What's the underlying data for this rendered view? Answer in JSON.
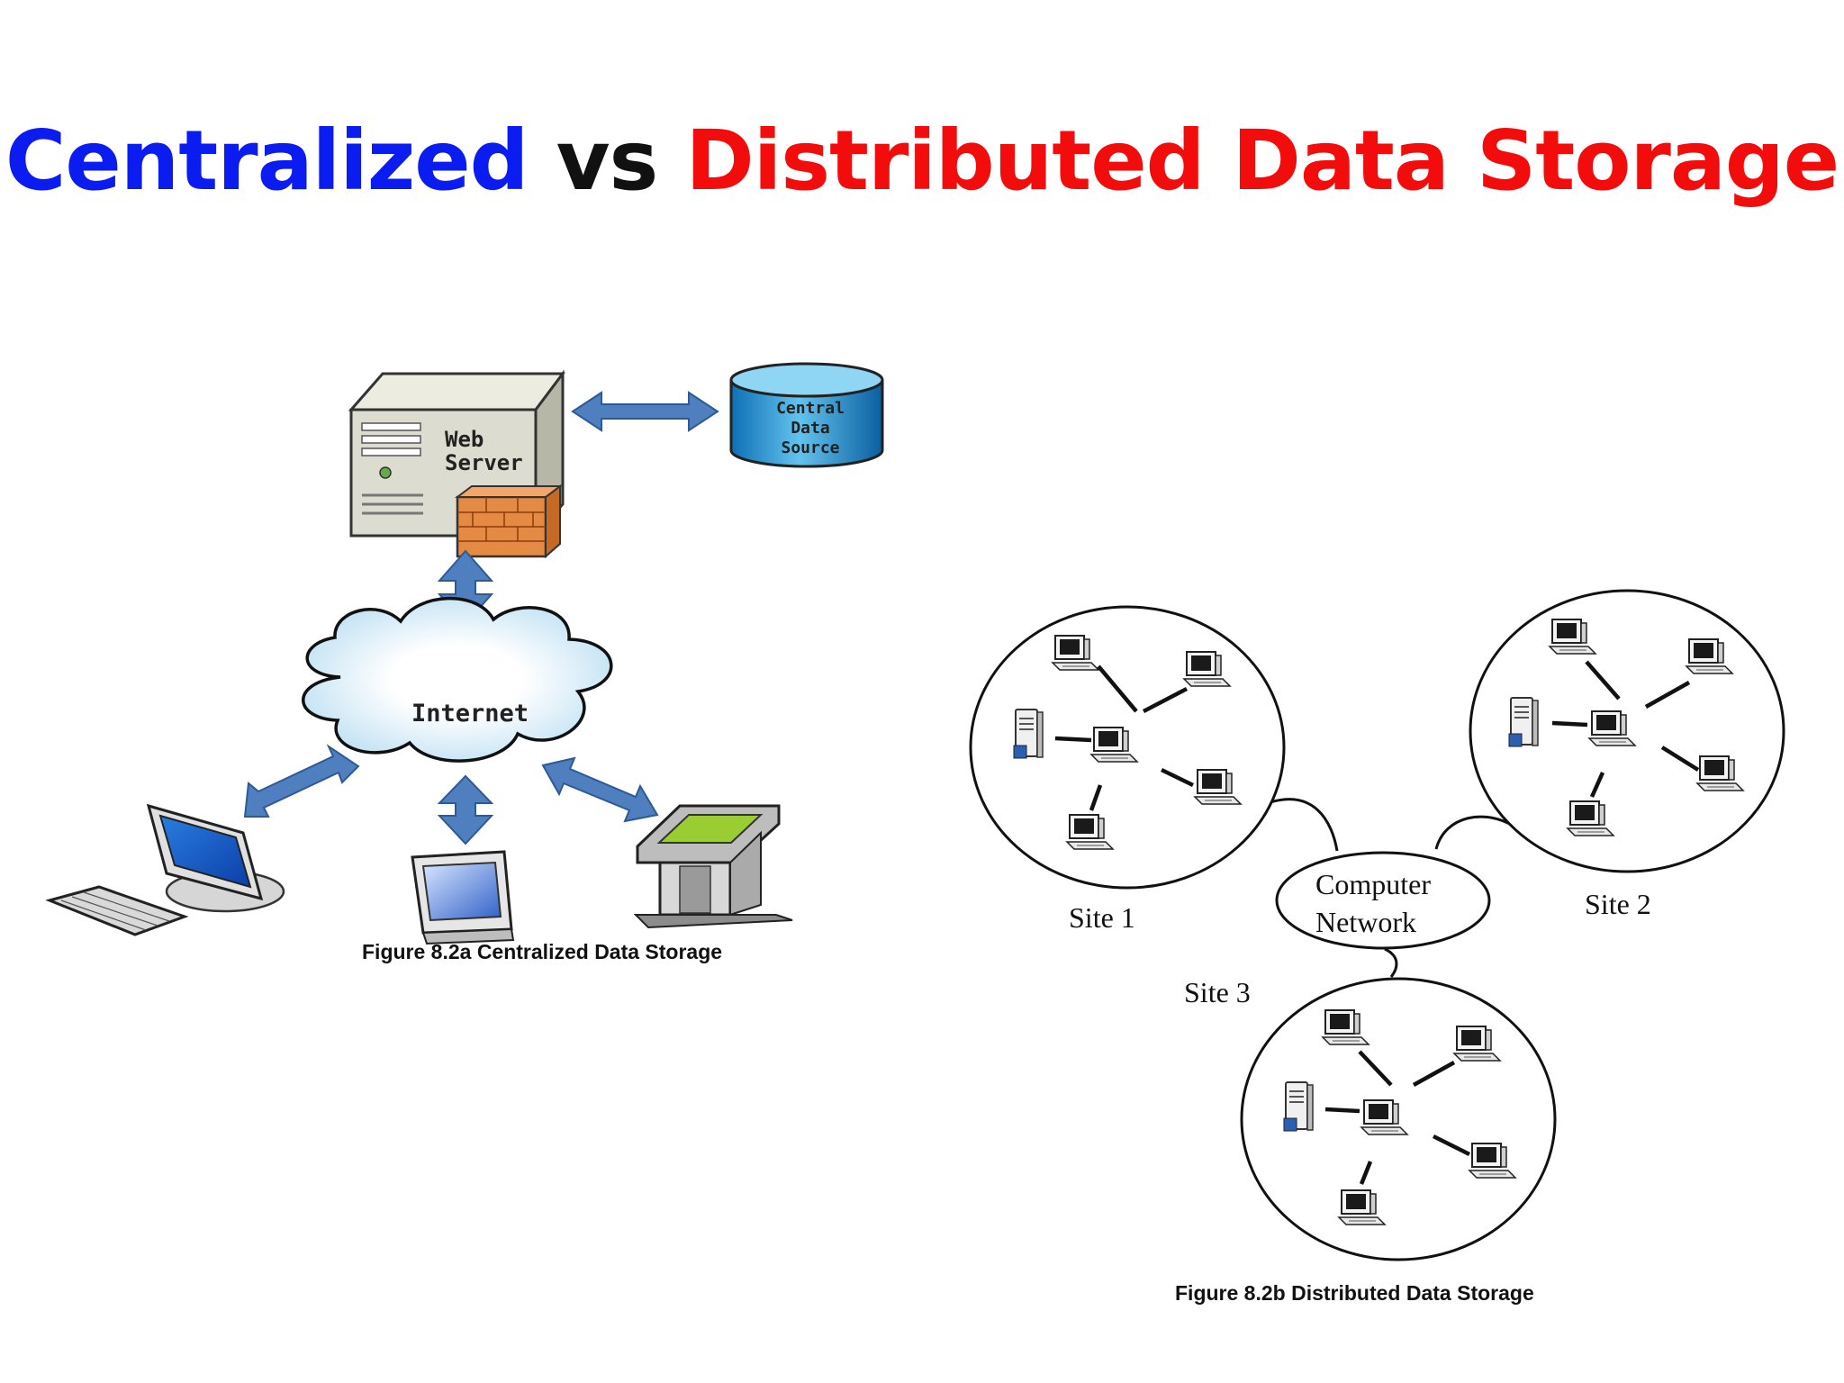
{
  "title": {
    "part1": "Centralized",
    "part2": "vs",
    "part3": "Distributed Data Storage"
  },
  "centralized": {
    "web_server": [
      "Web",
      "Server"
    ],
    "data_source": [
      "Central",
      "Data",
      "Source"
    ],
    "internet": "Internet",
    "caption": "Figure 8.2a Centralized Data Storage"
  },
  "distributed": {
    "sites": [
      "Site 1",
      "Site 2",
      "Site 3"
    ],
    "network": [
      "Computer",
      "Network"
    ],
    "caption": "Figure 8.2b Distributed Data Storage"
  },
  "colors": {
    "title_blue": "#0a1cf0",
    "title_red": "#f20c0c",
    "arrow_blue": "#4f7fbf"
  }
}
